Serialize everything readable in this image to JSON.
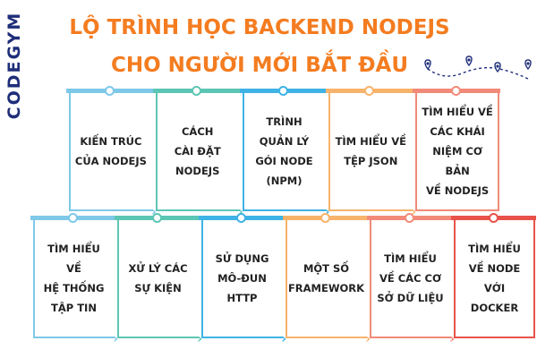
{
  "brand": {
    "logo_text": "CODEGYM"
  },
  "title": {
    "line1": "LỘ TRÌNH HỌC BACKEND NODEJS",
    "line2": "CHO NGƯỜI MỚI BẮT ĐẦU"
  },
  "colors": {
    "title": "#f47c20",
    "logo": "#1f2e7a",
    "steps": [
      "#7ec8e8",
      "#5cc6b4",
      "#3fb3e6",
      "#f7b36b",
      "#f28a7a",
      "#e8524a"
    ]
  },
  "steps_row1": [
    {
      "label": "KIẾN TRÚC\nCỦA NODEJS"
    },
    {
      "label": "CÁCH\nCÀI ĐẶT\nNODEJS"
    },
    {
      "label": "TRÌNH\nQUẢN LÝ\nGÓI NODE\n(NPM)"
    },
    {
      "label": "TÌM HIỂU VỀ\nTỆP JSON"
    },
    {
      "label": "TÌM HIỂU VỀ\nCÁC KHÁI\nNIỆM CƠ BẢN\nVỀ NODEJS"
    }
  ],
  "steps_row2": [
    {
      "label": "TÌM HIỂU VỀ\nHỆ THỐNG\nTẬP TIN"
    },
    {
      "label": "XỬ LÝ CÁC\nSỰ KIỆN"
    },
    {
      "label": "SỬ DỤNG\nMÔ-ĐUN\nHTTP"
    },
    {
      "label": "MỘT SỐ\nFRAMEWORK"
    },
    {
      "label": "TÌM HIỂU\nVỀ CÁC CƠ\nSỞ DỮ LIỆU"
    },
    {
      "label": "TÌM HIỂU\nVỀ NODE\nVỚI\nDOCKER"
    }
  ]
}
